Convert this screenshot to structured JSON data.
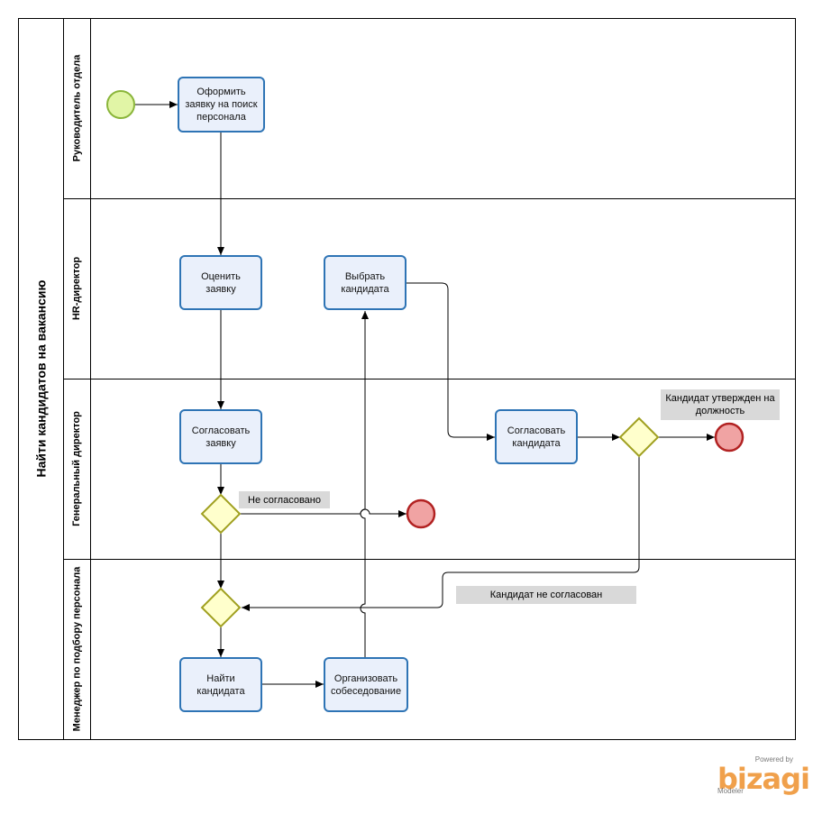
{
  "pool": {
    "title": "Найти кандидатов на вакансию"
  },
  "lanes": [
    {
      "id": "head",
      "title": "Руководитель отдела"
    },
    {
      "id": "hr",
      "title": "HR-директор"
    },
    {
      "id": "gd",
      "title": "Генеральный директор"
    },
    {
      "id": "mgr",
      "title": "Менеджер по подбору персонала"
    }
  ],
  "tasks": {
    "create_request": "Оформить заявку на поиск персонала",
    "evaluate_request": "Оценить заявку",
    "choose_candidate": "Выбрать кандидата",
    "approve_request": "Согласовать заявку",
    "approve_candidate": "Согласовать кандидата",
    "find_candidate": "Найти кандидата",
    "organize_interview": "Организовать собеседование"
  },
  "annotations": {
    "not_approved": "Не согласовано",
    "candidate_approved": "Кандидат утвержден на должность",
    "candidate_not_approved": "Кандидат не согласован"
  },
  "colors": {
    "task_border": "#2e74b5",
    "task_fill": "#eaf0fb",
    "start_fill": "#e1f5a6",
    "start_stroke": "#8ab53a",
    "end_fill": "#f0a3a3",
    "end_stroke": "#b22222",
    "gateway_fill": "#ffffcc",
    "gateway_stroke": "#a0a020",
    "note_fill": "#d9d9d9"
  },
  "branding": {
    "powered_by": "Powered by",
    "name": "bizagi",
    "product": "Modeler"
  }
}
